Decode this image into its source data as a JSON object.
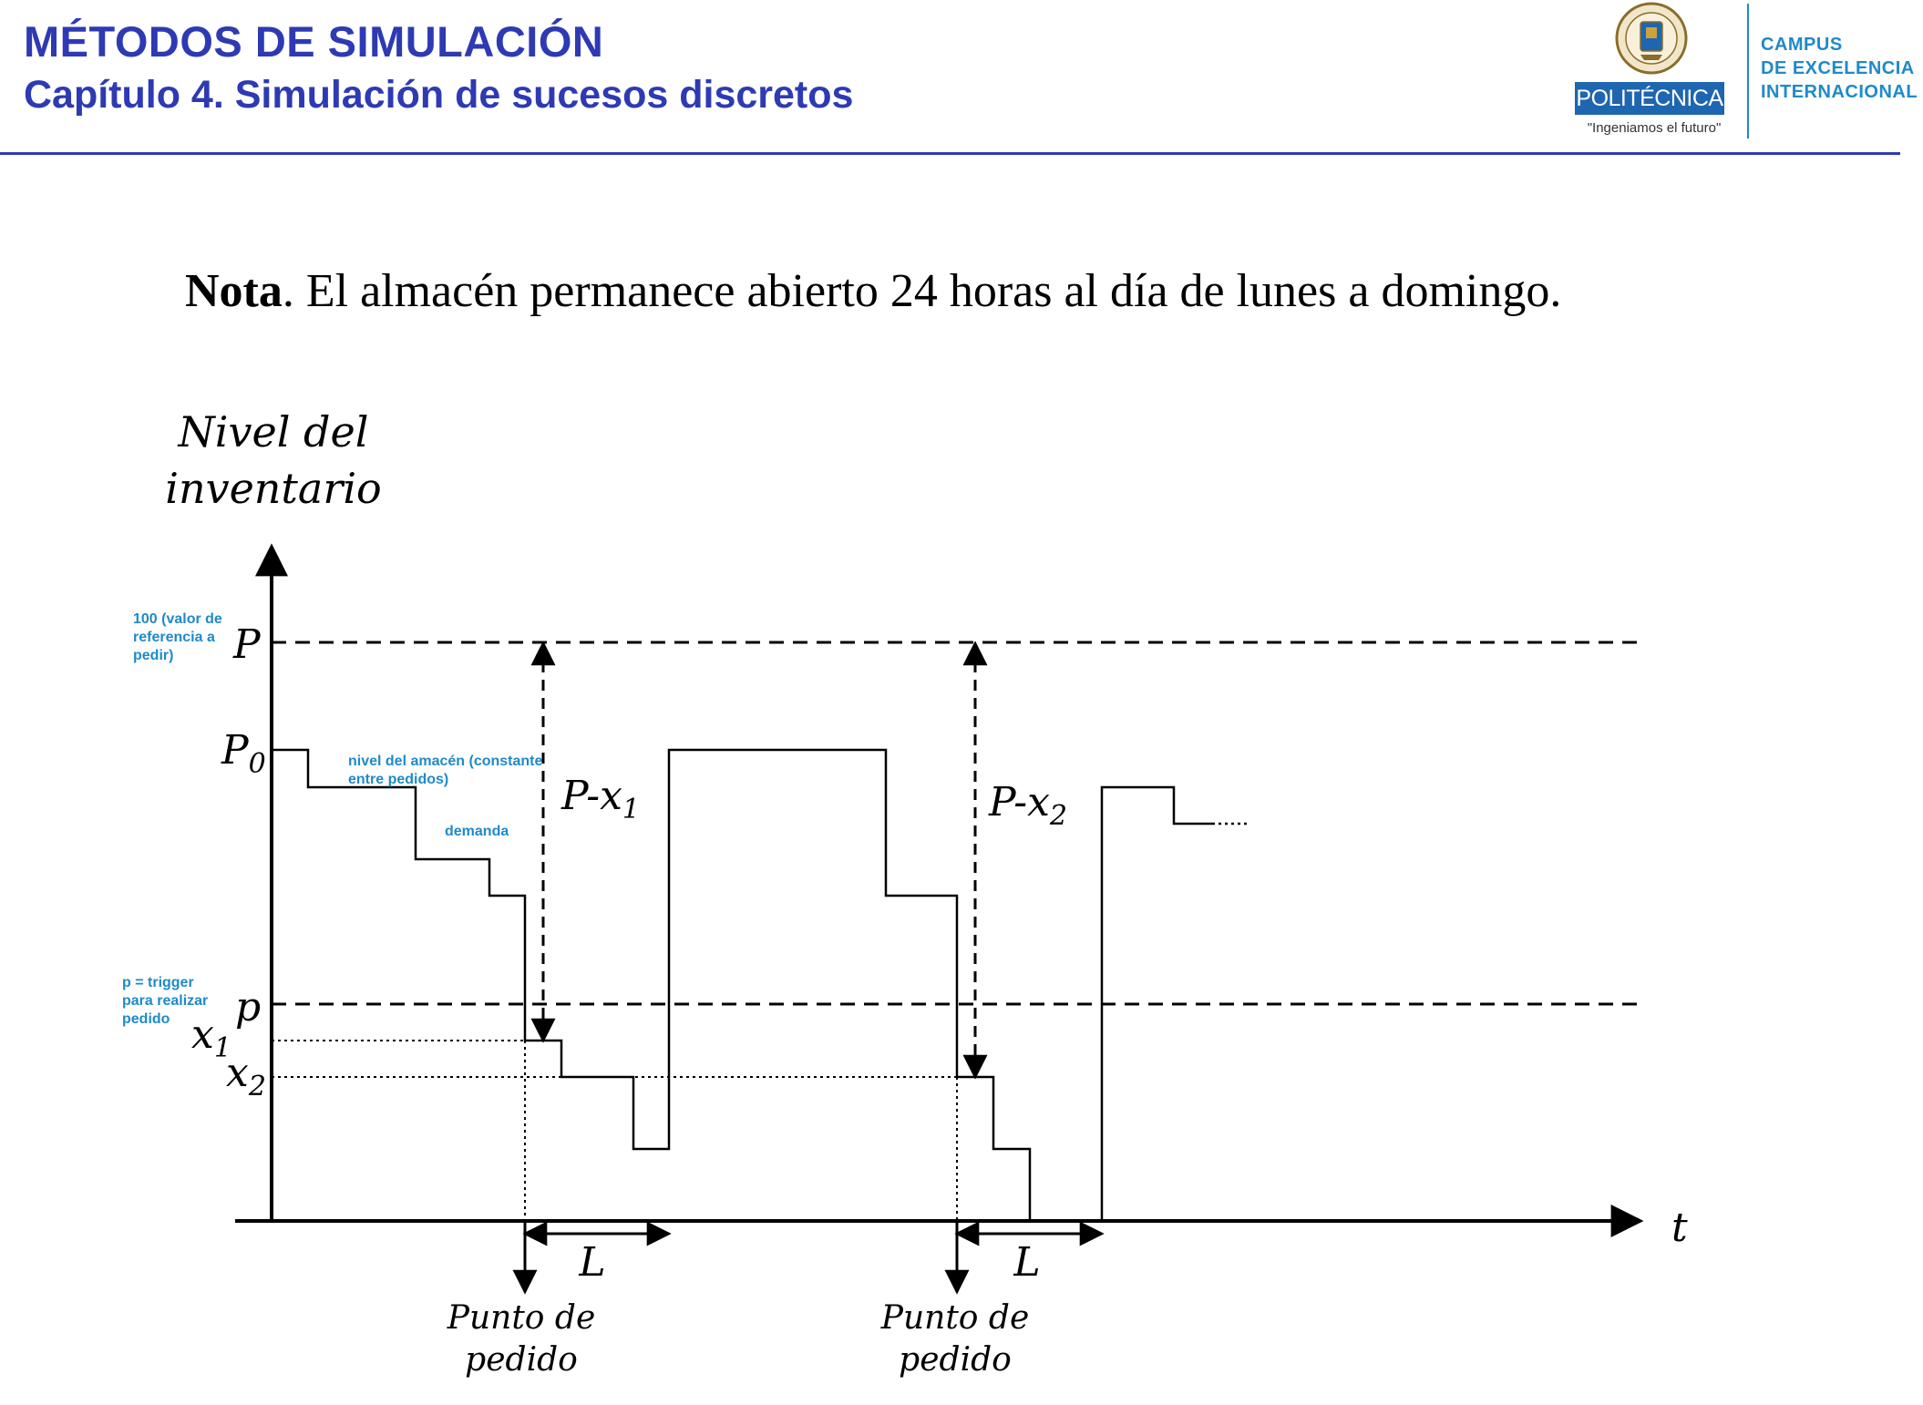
{
  "header": {
    "title": "MÉTODOS DE SIMULACIÓN",
    "subtitle": "Capítulo 4. Simulación de sucesos discretos"
  },
  "logo": {
    "badge": "POLITÉCNICA",
    "motto": "\"Ingeniamos el futuro\"",
    "campus_lines": [
      "CAMPUS",
      "DE EXCELENCIA",
      "INTERNACIONAL"
    ],
    "brand_color": "#1f66b0",
    "accent_color": "#1f8ac9"
  },
  "note": {
    "label": "Nota",
    "text": ". El almacén permanece abierto 24 horas al día de lunes a domingo."
  },
  "diagram": {
    "y_axis_label": [
      "Nivel del",
      "inventario"
    ],
    "x_axis_label": "t",
    "levels": {
      "P": "P",
      "P0": "P",
      "P0_sub": "0",
      "p": "p",
      "x1": "x",
      "x1_sub": "1",
      "x2": "x",
      "x2_sub": "2"
    },
    "order_quantities": [
      {
        "prefix": "P-x",
        "sub": "1"
      },
      {
        "prefix": "P-x",
        "sub": "2"
      }
    ],
    "lead_time_label": "L",
    "order_point_caption": [
      "Punto de",
      "pedido"
    ],
    "annotations": {
      "reference": [
        "100 (valor de",
        "referencia a",
        "pedir)"
      ],
      "level": [
        "nivel del amacén (constante",
        "entre pedidos)"
      ],
      "demand": "demanda",
      "trigger": [
        "p = trigger",
        "para realizar",
        "pedido"
      ]
    },
    "annotation_color": "#1f8ac9"
  }
}
